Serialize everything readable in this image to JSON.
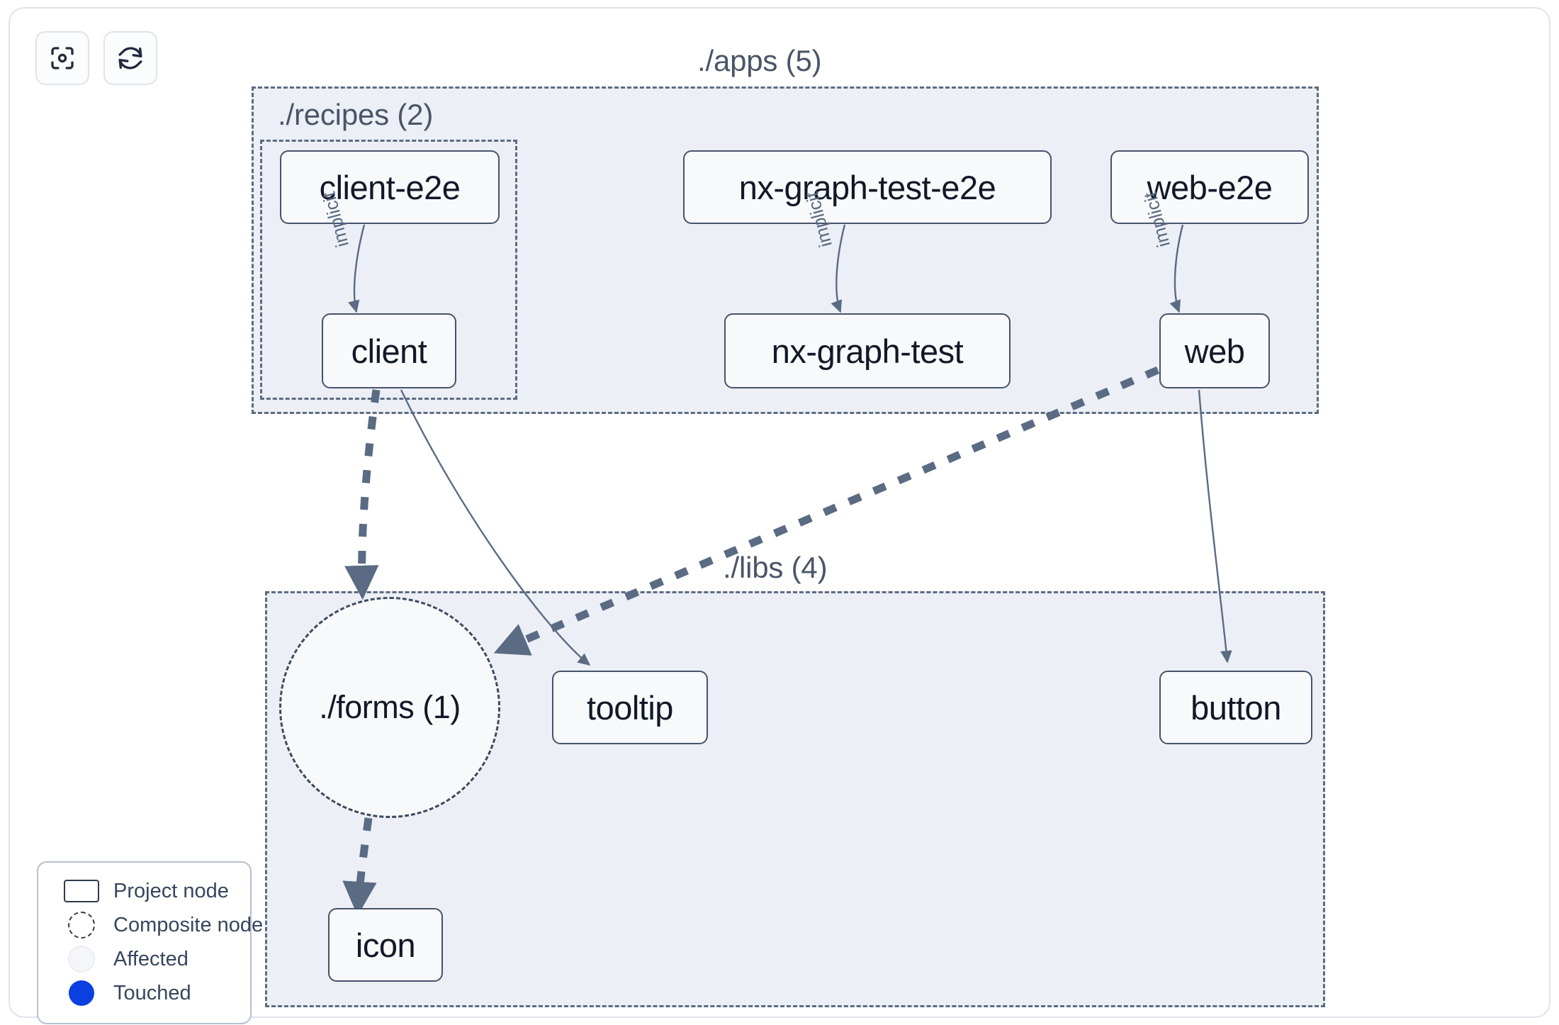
{
  "toolbar": {
    "buttons": [
      {
        "name": "focus-graph-button",
        "icon": "focus-target-icon",
        "title": "Focus"
      },
      {
        "name": "refresh-graph-button",
        "icon": "refresh-icon",
        "title": "Refresh"
      }
    ]
  },
  "groups": [
    {
      "id": "apps",
      "label": "./apps (5)"
    },
    {
      "id": "recipes",
      "label": "./recipes (2)"
    },
    {
      "id": "libs",
      "label": "./libs (4)"
    }
  ],
  "nodes": [
    {
      "id": "client-e2e",
      "label": "client-e2e",
      "type": "project"
    },
    {
      "id": "nx-graph-test-e2e",
      "label": "nx-graph-test-e2e",
      "type": "project"
    },
    {
      "id": "web-e2e",
      "label": "web-e2e",
      "type": "project"
    },
    {
      "id": "client",
      "label": "client",
      "type": "project"
    },
    {
      "id": "nx-graph-test",
      "label": "nx-graph-test",
      "type": "project"
    },
    {
      "id": "web",
      "label": "web",
      "type": "project"
    },
    {
      "id": "forms",
      "label": "./forms (1)",
      "type": "composite"
    },
    {
      "id": "tooltip",
      "label": "tooltip",
      "type": "project"
    },
    {
      "id": "button",
      "label": "button",
      "type": "project"
    },
    {
      "id": "icon",
      "label": "icon",
      "type": "project"
    }
  ],
  "edges": [
    {
      "from": "client-e2e",
      "to": "client",
      "label": "implicit",
      "style": "thin-solid"
    },
    {
      "from": "nx-graph-test-e2e",
      "to": "nx-graph-test",
      "label": "implicit",
      "style": "thin-solid"
    },
    {
      "from": "web-e2e",
      "to": "web",
      "label": "implicit",
      "style": "thin-solid"
    },
    {
      "from": "client",
      "to": "forms",
      "label": "",
      "style": "thick-dashed"
    },
    {
      "from": "client",
      "to": "tooltip",
      "label": "",
      "style": "thin-solid"
    },
    {
      "from": "web",
      "to": "forms",
      "label": "",
      "style": "thick-dashed"
    },
    {
      "from": "web",
      "to": "button",
      "label": "",
      "style": "thin-solid"
    },
    {
      "from": "forms",
      "to": "icon",
      "label": "",
      "style": "thick-dashed"
    }
  ],
  "legend": {
    "items": [
      {
        "swatch": "project-node-swatch",
        "label": "Project node"
      },
      {
        "swatch": "composite-node-swatch",
        "label": "Composite node"
      },
      {
        "swatch": "affected-swatch",
        "label": "Affected"
      },
      {
        "swatch": "touched-swatch",
        "label": "Touched"
      }
    ]
  },
  "colors": {
    "group_background": "#eceff5",
    "group_border": "#5d6b82",
    "node_border": "#46536b",
    "node_fill": "#f7f9fb",
    "edge": "#5a6b83",
    "touched": "#0b3fe0",
    "panel_border": "#dfe3ec"
  }
}
